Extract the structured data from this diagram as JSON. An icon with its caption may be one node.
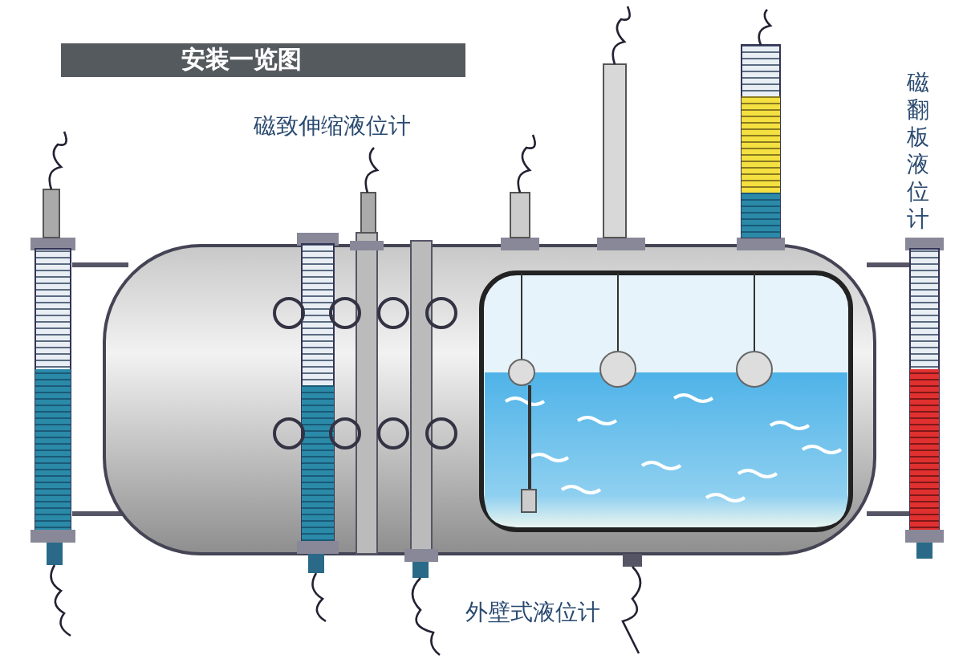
{
  "diagram": {
    "title": "安装一览图",
    "labels": [
      "磁致伸缩液位计",
      "磁翻板液位计",
      "外壁式液位计"
    ]
  }
}
